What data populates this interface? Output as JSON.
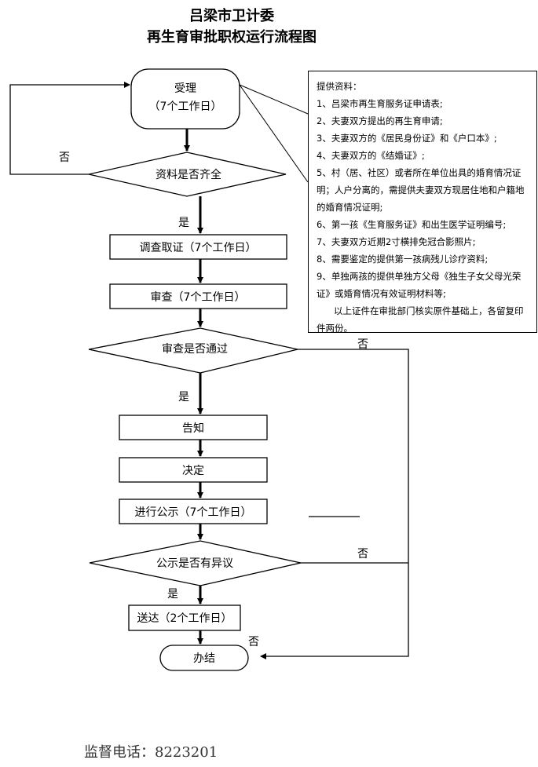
{
  "header": {
    "org": "吕梁市卫计委",
    "title": "再生育审批职权运行流程图"
  },
  "nodes": {
    "accept": {
      "label": "受理",
      "sub": "（7个工作日）"
    },
    "check_docs": "资料是否齐全",
    "investigate": "调查取证（7个工作日）",
    "review": "审查（7个工作日）",
    "review_pass": "审查是否通过",
    "notify": "告知",
    "decide": "决定",
    "publicize": "进行公示（7个工作日）",
    "objection": "公示是否有异议",
    "deliver": "送达（2个工作日）",
    "finish": "办结"
  },
  "edges": {
    "yes": "是",
    "no": "否"
  },
  "materials": {
    "heading": "提供资料：",
    "items": [
      "1、吕梁市再生育服务证申请表;",
      "2、夫妻双方提出的再生育申请;",
      "3、夫妻双方的《居民身份证》和《户口本》;",
      "4、夫妻双方的《结婚证》;",
      "5、村（居、社区）或者所在单位出具的婚育情况证明；人户分离的，需提供夫妻双方现居住地和户籍地的婚育情况证明;",
      "6、第一孩《生育服务证》和出生医学证明编号;",
      "7、夫妻双方近期2寸横排免冠合影照片;",
      "8、需要鉴定的提供第一孩病残儿诊疗资料;",
      "9、单独两孩的提供单独方父母《独生子女父母光荣证》或婚育情况有效证明材料等;"
    ],
    "footer": "以上证件在审批部门核实原件基础上，各留复印件两份。"
  },
  "footer": {
    "phone_label": "监督电话：",
    "phone": "8223201"
  }
}
